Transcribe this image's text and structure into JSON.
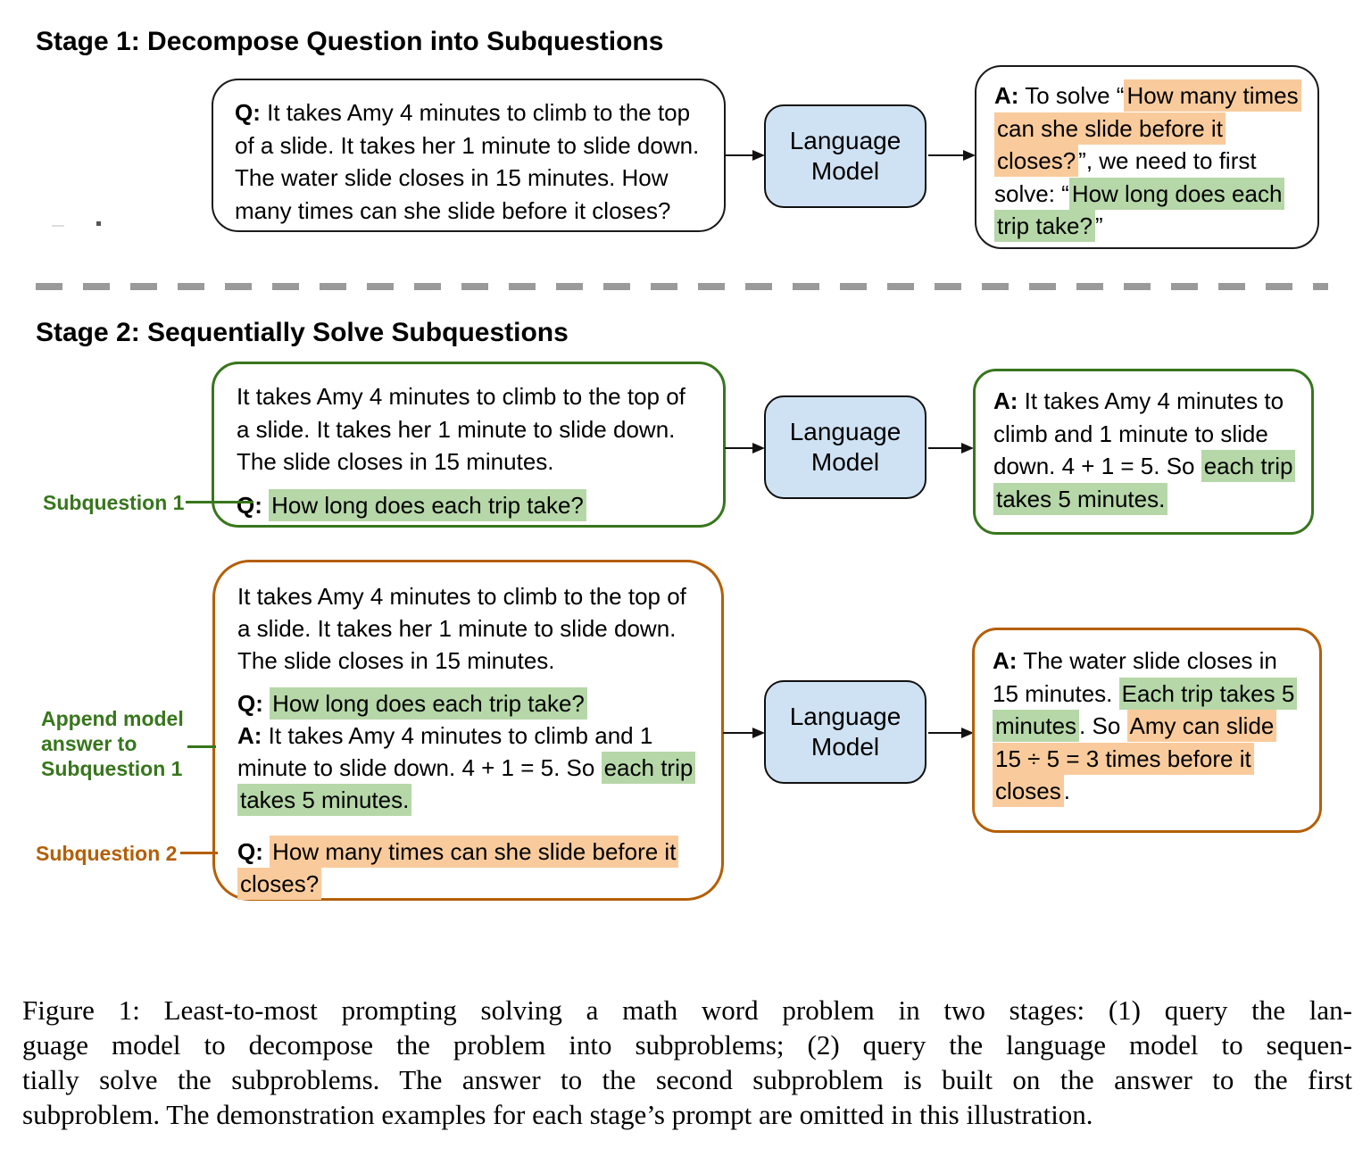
{
  "colors": {
    "text": "#111111",
    "box_border": "#1a1a1a",
    "blue_fill": "#cfe2f3",
    "green": "#38761d",
    "orange": "#b45f06",
    "hl_green": "#b6d7a8",
    "hl_orange": "#f9cb9c",
    "divider": "#9a9a9a"
  },
  "stage1": {
    "title": "Stage 1: Decompose Question into Subquestions",
    "model_label": "Language Model",
    "question": {
      "segments": [
        {
          "t": "Q:",
          "b": 1
        },
        {
          "t": " It takes Amy 4 minutes to climb to the top of a slide. It takes her 1 minute to slide down. The water slide closes in 15 minutes. How many times can she slide before it closes?"
        }
      ]
    },
    "answer": {
      "segments": [
        {
          "t": "A:",
          "b": 1
        },
        {
          "t": " To solve “"
        },
        {
          "t": "How many times can she slide before it closes?",
          "hl": "orange"
        },
        {
          "t": "”, we need to first solve: “"
        },
        {
          "t": "How long does each trip take?",
          "hl": "green"
        },
        {
          "t": "”"
        }
      ]
    }
  },
  "stage2": {
    "title": "Stage 2: Sequentially Solve Subquestions",
    "row1": {
      "model_label": "Language Model",
      "label_subquestion1": "Subquestion 1",
      "context": {
        "segments": [
          {
            "t": "It takes Amy 4 minutes to climb to the top of a slide. It takes her 1 minute to slide down. The slide closes in 15 minutes."
          }
        ]
      },
      "subquestion": {
        "segments": [
          {
            "t": "Q:",
            "b": 1
          },
          {
            "t": " "
          },
          {
            "t": "How long does each trip take?",
            "hl": "green"
          }
        ]
      },
      "answer": {
        "segments": [
          {
            "t": "A:",
            "b": 1
          },
          {
            "t": " It takes Amy 4 minutes to climb and 1 minute to slide down. 4 + 1 = 5. So "
          },
          {
            "t": "each trip takes 5 minutes.",
            "hl": "green"
          }
        ]
      }
    },
    "row2": {
      "model_label": "Language Model",
      "label_append": "Append model\nanswer to\nSubquestion 1",
      "label_subquestion2": "Subquestion 2",
      "context": {
        "segments": [
          {
            "t": "It takes Amy 4 minutes to climb to the top of a slide. It takes her 1 minute to slide down. The slide closes in 15 minutes."
          }
        ]
      },
      "subquestion1": {
        "segments": [
          {
            "t": "Q:",
            "b": 1
          },
          {
            "t": " "
          },
          {
            "t": "How long does each trip take?",
            "hl": "green"
          }
        ]
      },
      "answer1": {
        "segments": [
          {
            "t": "A:",
            "b": 1
          },
          {
            "t": " It takes Amy 4 minutes to climb and 1 minute to slide down. 4 + 1 = 5. So "
          },
          {
            "t": "each trip takes 5 minutes.",
            "hl": "green"
          }
        ]
      },
      "subquestion2": {
        "segments": [
          {
            "t": "Q:",
            "b": 1
          },
          {
            "t": " "
          },
          {
            "t": "How many times can she slide before it closes?",
            "hl": "orange"
          }
        ]
      },
      "answer2": {
        "segments": [
          {
            "t": "A:",
            "b": 1
          },
          {
            "t": " The water slide closes in 15 minutes. "
          },
          {
            "t": "Each trip takes 5 minutes",
            "hl": "green"
          },
          {
            "t": ". So "
          },
          {
            "t": "Amy can slide 15 ÷ 5 = 3 times before it closes",
            "hl": "orange"
          },
          {
            "t": "."
          }
        ]
      }
    }
  },
  "caption": {
    "lines": [
      "Figure 1: Least-to-most prompting solving a math word problem in two stages: (1) query the lan-",
      "guage model to decompose the problem into subproblems; (2) query the language model to sequen-",
      "tially solve the subproblems. The answer to the second subproblem is built on the answer to the first",
      "subproblem. The demonstration examples for each stage’s prompt are omitted in this illustration."
    ]
  }
}
